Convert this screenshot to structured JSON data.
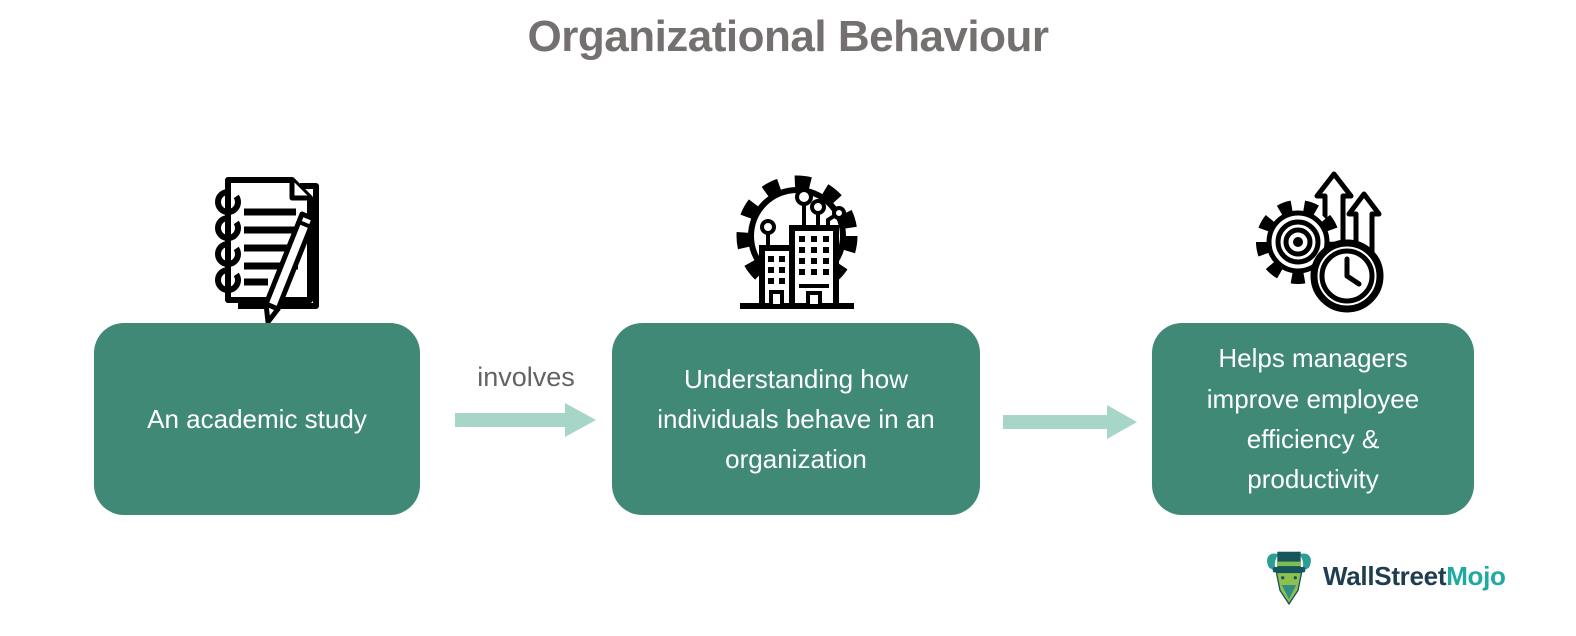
{
  "page": {
    "title": "Organizational Behaviour"
  },
  "colors": {
    "box_background": "#408977",
    "box_text": "#FFFFFF",
    "arrow_fill": "#A7D6C8",
    "title_text": "#757070",
    "connector_label_text": "#636363",
    "icon_stroke": "#000000",
    "logo_wallstreet": "#1E3D4F",
    "logo_mojo": "#1FA9A2"
  },
  "diagram": {
    "connector_label": "involves",
    "steps": [
      {
        "id": "academic-study",
        "icon": "notebook-pencil-icon",
        "label": "An academic study"
      },
      {
        "id": "understanding-behaviour",
        "icon": "gear-buildings-icon",
        "label": "Understanding how individuals behave in an organization"
      },
      {
        "id": "manager-benefits",
        "icon": "gear-growth-clock-icon",
        "label": "Helps managers improve employee efficiency & productivity"
      }
    ]
  },
  "logo": {
    "text_primary": "WallStreet",
    "text_secondary": "Mojo"
  }
}
